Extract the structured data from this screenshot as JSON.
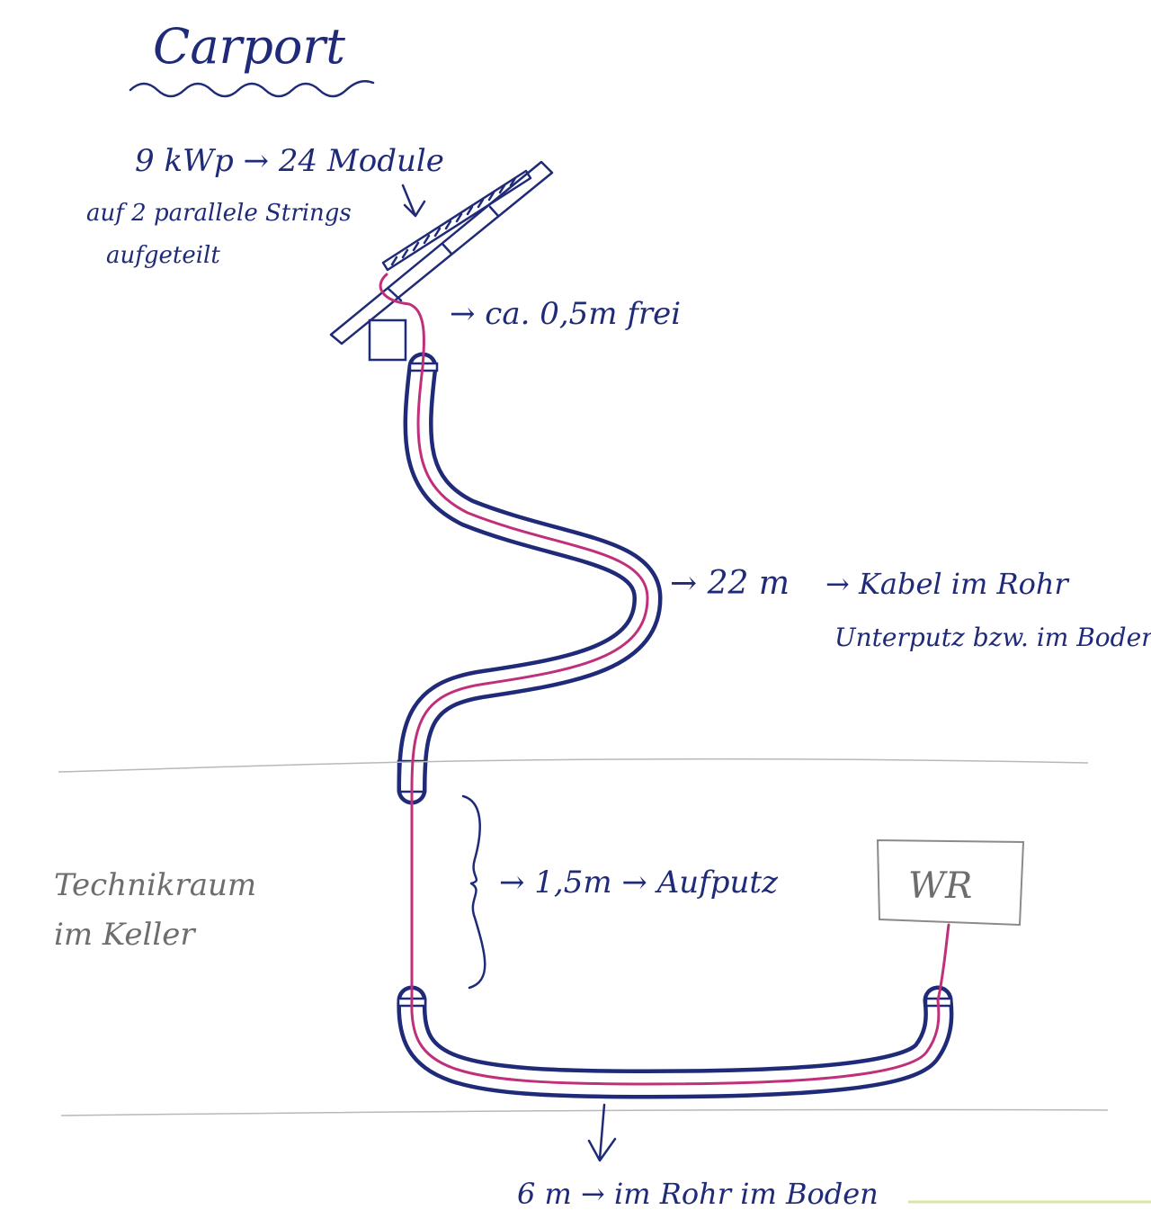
{
  "title": "Carport",
  "annotations": {
    "power": "9 kWp → 24 Module",
    "strings_line1": "auf 2 parallele Strings",
    "strings_line2": "aufgeteilt",
    "free": "→ ca. 0,5m frei",
    "run_length": "→ 22 m",
    "run_desc_line1": "→ Kabel im Rohr",
    "run_desc_line2": "Unterputz bzw. im Boden",
    "surface_run": "→ 1,5m → Aufputz",
    "floor_run": "6 m → im Rohr im Boden"
  },
  "room_label": {
    "line1": "Technikraum",
    "line2": "im Keller"
  },
  "inverter_label": "WR",
  "colors": {
    "ink": "#1f2a78",
    "cable": "#c0307a",
    "pencil": "#6d6d6d"
  }
}
